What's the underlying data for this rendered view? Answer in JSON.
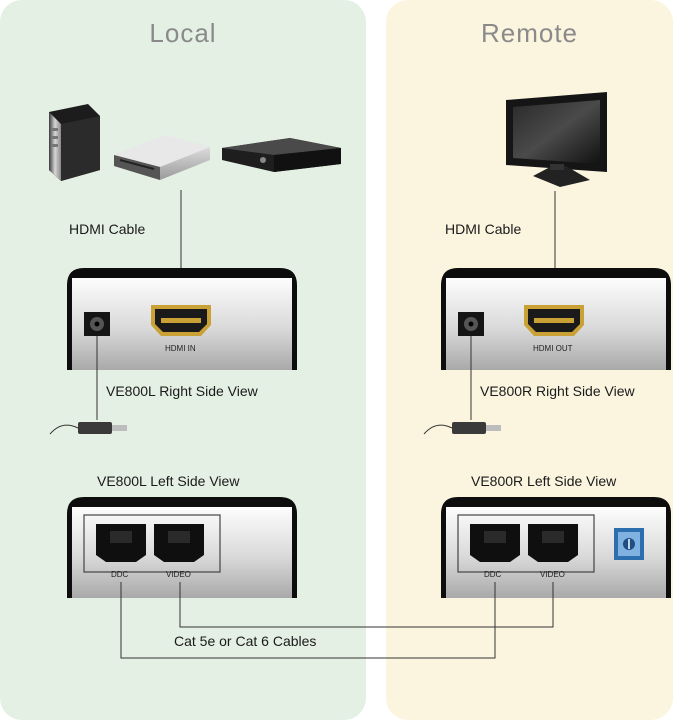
{
  "local": {
    "title": "Local",
    "hdmi_cable_label": "HDMI Cable",
    "right_view_label": "VE800L Right Side View",
    "left_view_label": "VE800L Left Side View",
    "hdmi_port_label": "HDMI IN",
    "ddc_label": "DDC",
    "video_label": "VIDEO"
  },
  "remote": {
    "title": "Remote",
    "hdmi_cable_label": "HDMI Cable",
    "right_view_label": "VE800R Right Side View",
    "left_view_label": "VE800R Left Side View",
    "hdmi_port_label": "HDMI OUT",
    "ddc_label": "DDC",
    "video_label": "VIDEO"
  },
  "cables_label": "Cat 5e or Cat 6 Cables",
  "icons": [
    "pc-tower-icon",
    "dvd-player-icon",
    "media-player-icon",
    "monitor-icon",
    "power-adapter-icon",
    "power-jack-icon",
    "hdmi-port-icon",
    "rj45-port-icon",
    "dip-switch-icon"
  ],
  "colors": {
    "local_bg": "#e4f0e3",
    "remote_bg": "#fbf5e0",
    "title_gray": "#8a8a8a",
    "hdmi_gold": "#c9a135"
  }
}
